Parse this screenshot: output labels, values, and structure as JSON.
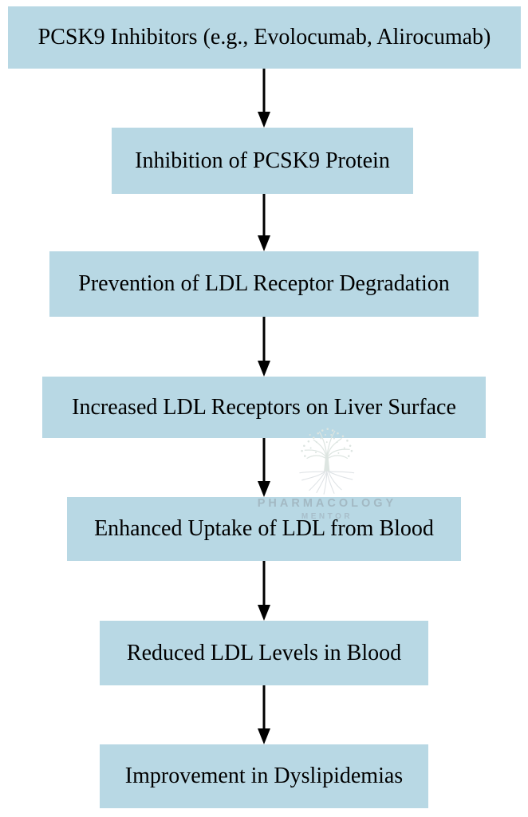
{
  "diagram": {
    "type": "flowchart",
    "direction": "top-down",
    "connector": "down-arrow",
    "steps": [
      "PCSK9 Inhibitors (e.g., Evolocumab, Alirocumab)",
      "Inhibition of PCSK9 Protein",
      "Prevention of LDL Receptor Degradation",
      "Increased LDL Receptors on Liver Surface",
      "Enhanced Uptake of LDL from Blood",
      "Reduced LDL Levels in Blood",
      "Improvement in Dyslipidemias"
    ]
  },
  "watermark": {
    "icon": "tree-of-life-icon",
    "line1": "PHARMACOLOGY",
    "line2": "MENTOR"
  },
  "colors": {
    "background": "#ffffff",
    "box_fill": "#b8d8e4",
    "box_text": "#000000",
    "arrow": "#000000",
    "watermark": "#9eafba",
    "tree": "#dde5e1"
  }
}
